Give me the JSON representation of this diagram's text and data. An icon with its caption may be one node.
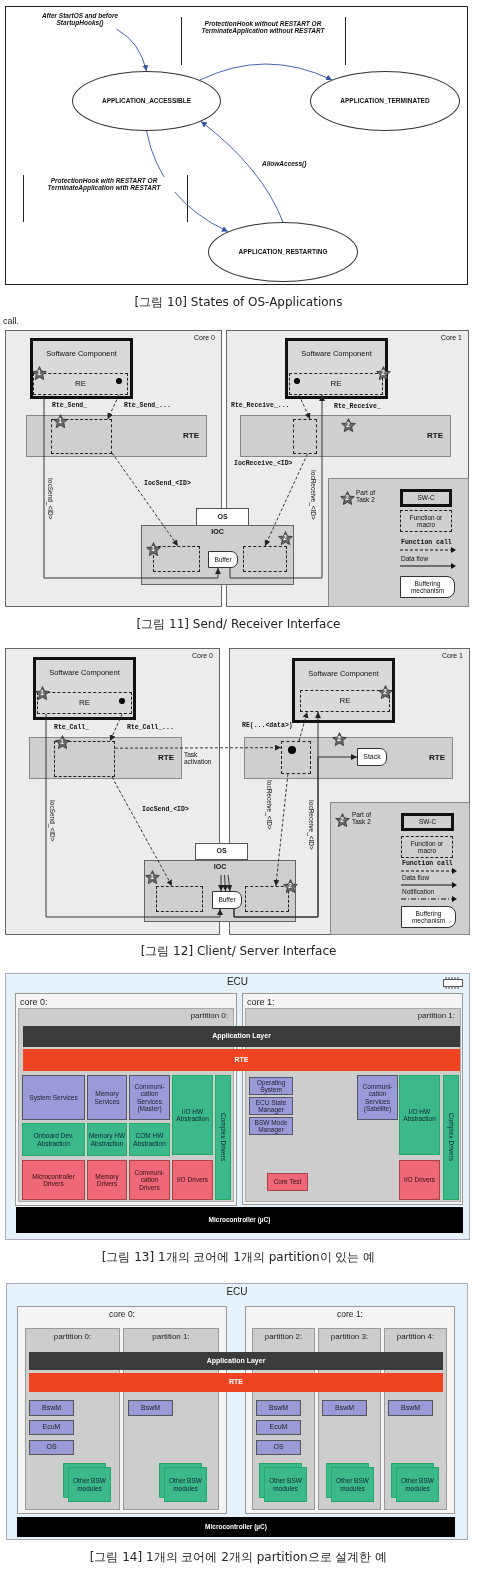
{
  "diagram": {
    "nodes": [
      {
        "text": [
          "After StartOS and before StartupHooks()"
        ]
      },
      {
        "text": [
          "APPLICATION_ACCESSIBLE"
        ]
      },
      {
        "text": [
          "APPLICATION_TERMINATED"
        ]
      },
      {
        "text": [
          "APPLICATION_RESTARTING"
        ]
      },
      {
        "text": [
          "Core 0"
        ]
      },
      {
        "text": [
          "Software Component"
        ],
        "in": 4
      },
      {
        "text": [
          "RE"
        ],
        "in": 5
      },
      {
        "text": [
          "RTE"
        ],
        "in": 4
      },
      {
        "text": [],
        "shape": "box",
        "in": 7
      },
      {
        "text": [
          "Core 1"
        ]
      },
      {
        "text": [
          "Software Component"
        ],
        "in": 9
      },
      {
        "text": [
          "RE"
        ],
        "in": 10
      },
      {
        "text": [
          "RTE"
        ],
        "in": 9
      },
      {
        "text": [],
        "shape": "box",
        "in": 12
      },
      {
        "text": [
          "OS"
        ]
      },
      {
        "text": [
          "IOC"
        ]
      },
      {
        "text": [],
        "shape": "box"
      },
      {
        "text": [
          "Buffer"
        ],
        "in": 15
      },
      {
        "text": [],
        "shape": "box"
      },
      {
        "text": [
          "Core 0"
        ]
      },
      {
        "text": [
          "Software Component"
        ],
        "in": 19
      },
      {
        "text": [
          "RE"
        ],
        "in": 20
      },
      {
        "text": [
          "RTE"
        ],
        "in": 19
      },
      {
        "text": [],
        "shape": "box",
        "in": 22
      },
      {
        "text": [
          "Core 1"
        ]
      },
      {
        "text": [
          "Software Component"
        ],
        "in": 24
      },
      {
        "text": [
          "RE"
        ],
        "in": 25
      },
      {
        "text": [
          "RTE"
        ],
        "in": 24
      },
      {
        "text": [],
        "shape": "box",
        "in": 27
      },
      {
        "text": [
          "Stack"
        ],
        "in": 27
      },
      {
        "text": [
          "OS"
        ]
      },
      {
        "text": [
          "IOC"
        ]
      },
      {
        "text": [],
        "shape": "box"
      },
      {
        "text": [
          "Buffer"
        ],
        "in": 31
      },
      {
        "text": [],
        "shape": "box"
      },
      {
        "text": [
          "ECU"
        ]
      },
      {
        "text": [
          "core 0:"
        ],
        "in": 35
      },
      {
        "text": [
          "partition 0:"
        ],
        "in": 36
      },
      {
        "text": [
          "core 1:"
        ],
        "in": 35
      },
      {
        "text": [
          "partition 1:"
        ],
        "in": 38
      },
      {
        "text": [
          "Application Layer"
        ],
        "in": 35
      },
      {
        "text": [
          "RTE"
        ],
        "in": 35
      },
      {
        "text": [
          "System Services"
        ],
        "in": 37
      },
      {
        "text": [
          "Memory Services"
        ],
        "in": 37
      },
      {
        "text": [
          "Communi- cation Services (Master)"
        ],
        "in": 37
      },
      {
        "text": [
          "I/O HW Abstraction"
        ],
        "in": 37
      },
      {
        "text": [
          "Complex Drivers"
        ],
        "in": 37
      },
      {
        "text": [
          "Onboard Dev. Abstraction"
        ],
        "in": 37
      },
      {
        "text": [
          "Memory HW Abstraction"
        ],
        "in": 37
      },
      {
        "text": [
          "COM HW Abstraction"
        ],
        "in": 37
      },
      {
        "text": [
          "Microcontroller Drivers"
        ],
        "in": 37
      },
      {
        "text": [
          "Memory Drivers"
        ],
        "in": 37
      },
      {
        "text": [
          "Communi- cation Drivers"
        ],
        "in": 37
      },
      {
        "text": [
          "I/O Drivers"
        ],
        "in": 37
      },
      {
        "text": [
          "Operating System"
        ],
        "in": 39
      },
      {
        "text": [
          "ECU State Manager"
        ],
        "in": 39
      },
      {
        "text": [
          "BSW Mode Manager"
        ],
        "in": 39
      },
      {
        "text": [
          "Communi- cation Services (Satellite)"
        ],
        "in": 39
      },
      {
        "text": [
          "I/O HW Abstraction"
        ],
        "in": 39
      },
      {
        "text": [
          "Complex Drivers"
        ],
        "in": 39
      },
      {
        "text": [
          "Core Test"
        ],
        "in": 39
      },
      {
        "text": [
          "I/O Drivers"
        ],
        "in": 39
      },
      {
        "text": [
          "Microcontroller (µC)"
        ],
        "in": 35
      },
      {
        "text": [
          "ECU"
        ]
      },
      {
        "text": [
          "core 0:"
        ],
        "in": 63
      },
      {
        "text": [
          "partition 0:"
        ],
        "in": 64
      },
      {
        "text": [
          "partition 1:"
        ],
        "in": 64
      },
      {
        "text": [
          "core 1:"
        ],
        "in": 63
      },
      {
        "text": [
          "partition 2:"
        ],
        "in": 67
      },
      {
        "text": [
          "partition 3:"
        ],
        "in": 67
      },
      {
        "text": [
          "partition 4:"
        ],
        "in": 67
      },
      {
        "text": [
          "Application Layer"
        ],
        "in": 63
      },
      {
        "text": [
          "RTE"
        ],
        "in": 63
      },
      {
        "text": [
          "BswM"
        ],
        "in": 65
      },
      {
        "text": [
          "EcuM"
        ],
        "in": 65
      },
      {
        "text": [
          "OS"
        ],
        "in": 65
      },
      {
        "text": [
          "Other BSW modules"
        ],
        "in": 65
      },
      {
        "text": [
          "BswM"
        ],
        "in": 66
      },
      {
        "text": [
          "Other BSW modules"
        ],
        "in": 66
      },
      {
        "text": [
          "BswM"
        ],
        "in": 68
      },
      {
        "text": [
          "EcuM"
        ],
        "in": 68
      },
      {
        "text": [
          "OS"
        ],
        "in": 68
      },
      {
        "text": [
          "Other BSW modules"
        ],
        "in": 68
      },
      {
        "text": [
          "BswM"
        ],
        "in": 69
      },
      {
        "text": [
          "Other BSW modules"
        ],
        "in": 69
      },
      {
        "text": [
          "BswM"
        ],
        "in": 70
      },
      {
        "text": [
          "Other BSW modules"
        ],
        "in": 70
      },
      {
        "text": [
          "Microcontroller (µC)"
        ],
        "in": 63
      }
    ],
    "edges": [
      {
        "from": 0,
        "to": 1,
        "arrow": "to",
        "color": "#3355aa"
      },
      {
        "from": 1,
        "to": 2,
        "arrow": "to",
        "label": "ProtectionHook without RESTART OR TerminateApplication without RESTART",
        "color": "#3355aa"
      },
      {
        "from": 1,
        "to": 3,
        "arrow": "to",
        "label": "ProtectionHook with RESTART OR TerminateApplication with RESTART",
        "color": "#3355aa"
      },
      {
        "from": 3,
        "to": 1,
        "arrow": "to",
        "label": "AllowAccess()",
        "color": "#3355aa"
      },
      {
        "from": 6,
        "to": 17,
        "arrow": "to",
        "label": "IocSend_<ID>"
      },
      {
        "from": 6,
        "to": 8,
        "arrow": "to",
        "label": "Rte_Send_...",
        "style": "dashed"
      },
      {
        "from": 8,
        "to": 16,
        "arrow": "to",
        "label": "IocSend_<ID>",
        "style": "dashed"
      },
      {
        "from": 11,
        "to": 13,
        "arrow": "to",
        "label": "Rte_Receive_...",
        "style": "dashed"
      },
      {
        "from": 13,
        "to": 18,
        "arrow": "to",
        "label": "IocReceive_<ID>",
        "style": "dashed"
      },
      {
        "from": 17,
        "to": 11,
        "arrow": "to",
        "label": "IocReceive_<ID>"
      },
      {
        "from": 21,
        "to": 33,
        "arrow": "to",
        "label": "IocSend_<ID>"
      },
      {
        "from": 21,
        "to": 23,
        "arrow": "to",
        "label": "Rte_Call_...",
        "style": "dashed"
      },
      {
        "from": 23,
        "to": 32,
        "arrow": "to",
        "label": "IocSend_<ID>",
        "style": "dashed"
      },
      {
        "from": 23,
        "to": 28,
        "arrow": "to",
        "label": "Task activation",
        "style": "dashed"
      },
      {
        "from": 28,
        "to": 26,
        "arrow": "to",
        "label": "RE(...<data>)",
        "style": "dashed"
      },
      {
        "from": 28,
        "to": 34,
        "arrow": "to",
        "label": "IocReceive_<ID>",
        "style": "dashed"
      },
      {
        "from": 33,
        "to": 29,
        "arrow": "to",
        "label": "IocReceive_<ID>"
      },
      {
        "from": 33,
        "to": 26,
        "arrow": "to"
      },
      {
        "from": 31,
        "to": 33,
        "arrow": "to"
      },
      {
        "from": 31,
        "to": 33,
        "arrow": "to"
      },
      {
        "from": 31,
        "to": 33,
        "arrow": "to"
      }
    ],
    "labels": [
      "[그림 10] States of OS-Applications",
      "call.",
      "1",
      "2",
      "Rte_Send_",
      "1",
      "Rte_Receive_",
      "2",
      "1",
      "2",
      "2",
      "[그림 11] Send/ Receiver Interface",
      "1",
      "2",
      "Rte_Call_",
      "1",
      "2",
      "1",
      "2",
      "2",
      "[그림 12] Client/ Server Interface",
      "[그림 13] 1개의 코어에 1개의 partition이 있는 예",
      "[그림 14] 1개의 코어에 2개의 partition으로 설계한 예"
    ],
    "legend": [
      {
        "text": "Part of Task 2"
      },
      {
        "text": "SW-C"
      },
      {
        "text": "Function or macro"
      },
      {
        "text": "Function call"
      },
      {
        "text": "Data flow"
      },
      {
        "text": "Buffering mechanism"
      },
      {
        "text": "Part of Task 2"
      },
      {
        "text": "SW-C"
      },
      {
        "text": "Function or macro"
      },
      {
        "text": "Function call"
      },
      {
        "text": "Data flow"
      },
      {
        "text": "Notification"
      },
      {
        "text": "Buffering mechanism"
      }
    ]
  }
}
